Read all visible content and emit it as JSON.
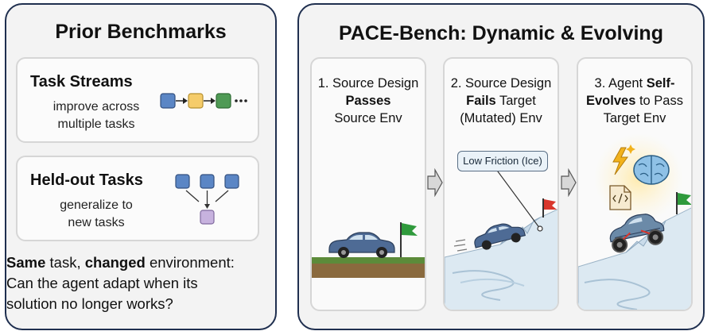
{
  "left_panel": {
    "title": "Prior Benchmarks",
    "task_streams": {
      "title": "Task Streams",
      "desc_line1": "improve across",
      "desc_line2": "multiple tasks"
    },
    "held_out": {
      "title": "Held-out Tasks",
      "desc_line1": "generalize to",
      "desc_line2": "new tasks"
    },
    "caption": {
      "bold1": "Same",
      "text1": " task, ",
      "bold2": "changed",
      "text2": " environment:",
      "line2": "Can the agent adapt when its",
      "line3": "solution no longer works?"
    }
  },
  "right_panel": {
    "title": "PACE-Bench: Dynamic & Evolving",
    "stage1": {
      "line1": "1. Source Design",
      "bold": "Passes",
      "line3": "Source Env"
    },
    "stage2": {
      "line1": "2. Source Design",
      "bold": "Fails",
      "text": " Target",
      "line3": "(Mutated) Env",
      "callout": "Low Friction (Ice)"
    },
    "stage3": {
      "text1": "3. Agent ",
      "bold1": "Self-",
      "bold2": "Evolves",
      "text2": " to Pass",
      "line3": "Target Env"
    }
  },
  "colors": {
    "panel_border": "#1f2f4f",
    "node_blue": "#5b86c5",
    "node_yellow": "#f5cc6a",
    "node_green": "#4f9a55",
    "node_purple": "#c7b2de",
    "car_blue": "#4e6b95",
    "flag_green": "#2f9a3c",
    "flag_red": "#d9362c",
    "ice": "#dce9f2",
    "grass": "#5c8b3a",
    "dirt": "#8a6a3e"
  },
  "icons": [
    "sequence-nodes-icon",
    "held-out-nodes-icon",
    "car-icon",
    "flag-icon",
    "brain-icon",
    "lightning-icon",
    "code-document-icon",
    "off-road-car-icon"
  ]
}
